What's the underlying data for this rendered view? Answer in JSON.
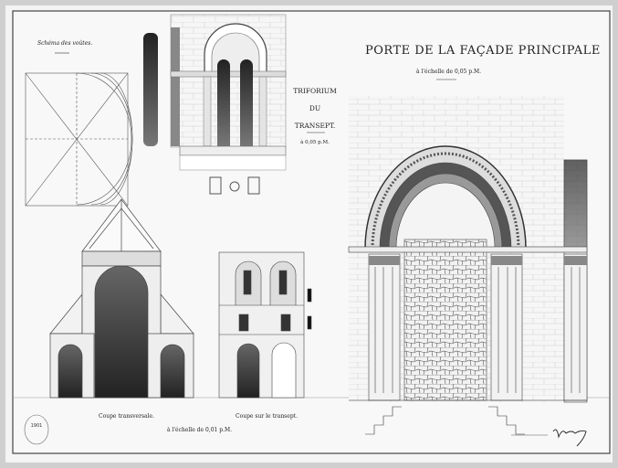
{
  "title": "PORTE DE LA FAÇADE PRINCIPALE",
  "title_scale": "à l'échelle de 0,05 p.M.",
  "triforium": {
    "line1": "TRIFORIUM",
    "line2": "DU",
    "line3": "TRANSEPT.",
    "scale": "à 0,05 p.M."
  },
  "schema_label": "Schéma des voûtes.",
  "coupe_transversale": "Coupe transversale.",
  "coupe_transept": "Coupe sur le transept.",
  "sections_scale": "à l'échelle de 0,01 p.M.",
  "stamp_text": "1901",
  "signature": "Vaudremer"
}
